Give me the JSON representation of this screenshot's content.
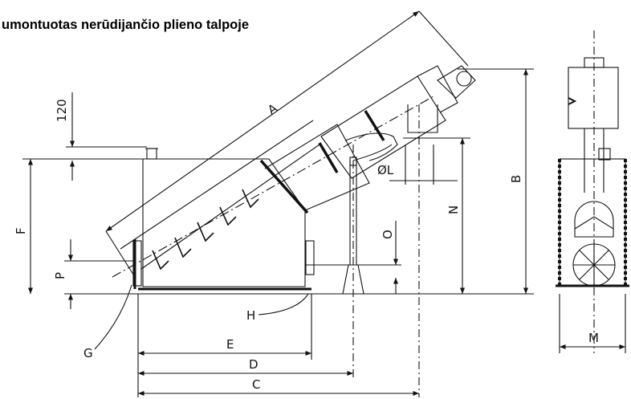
{
  "title": "umontuotas nerūdijančio plieno talpoje",
  "labels": {
    "A": "A",
    "B": "B",
    "C": "C",
    "D": "D",
    "E": "E",
    "F": "F",
    "G": "G",
    "H": "H",
    "M": "M",
    "N": "N",
    "O": "O",
    "P": "P",
    "L": "ØL",
    "d120": "120"
  },
  "colors": {
    "line": "#111111",
    "background": "#ffffff"
  }
}
